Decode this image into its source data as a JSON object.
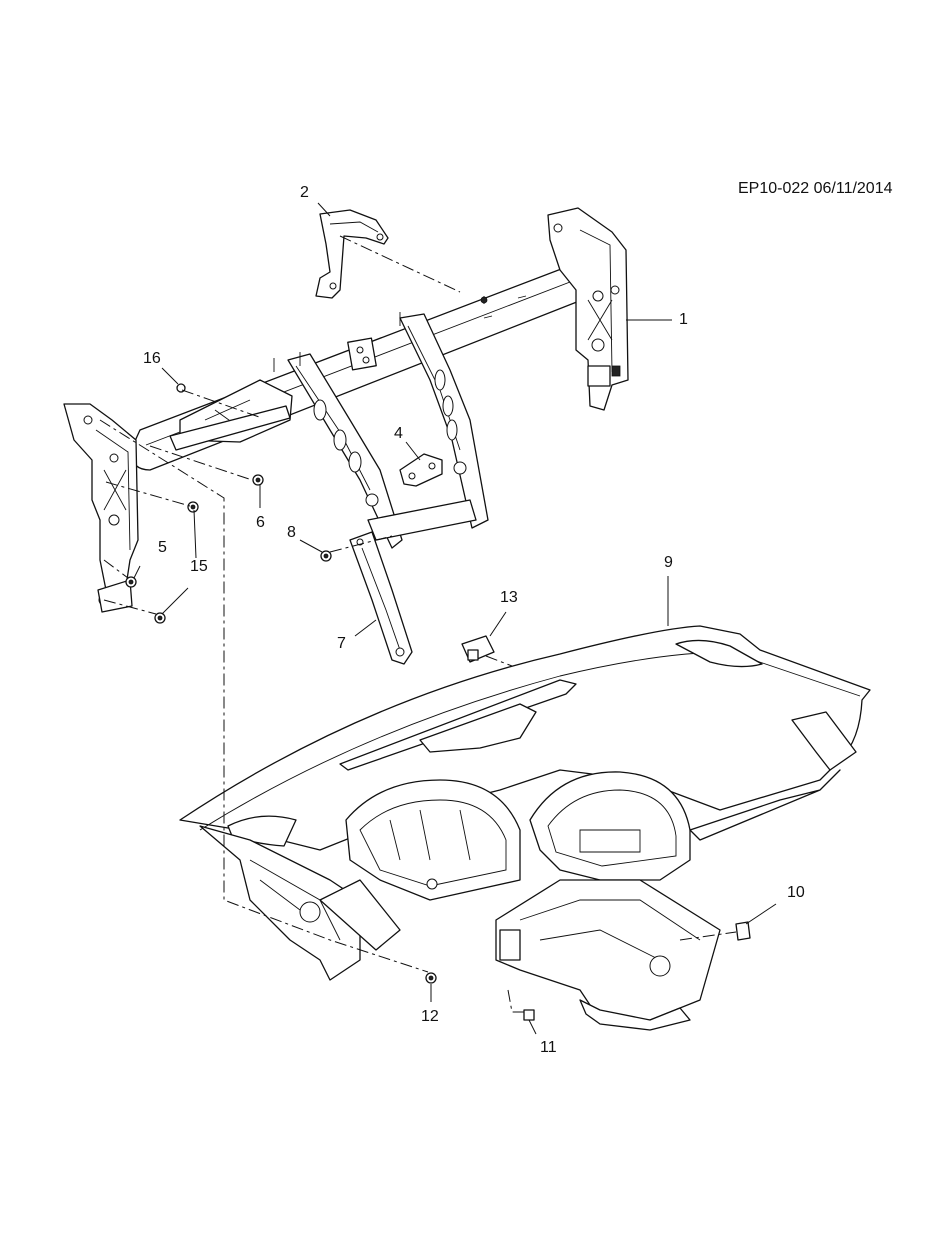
{
  "header": {
    "code": "EP10-022 06/11/2014"
  },
  "callouts": [
    {
      "id": "c1",
      "label": "1"
    },
    {
      "id": "c2",
      "label": "2"
    },
    {
      "id": "c4",
      "label": "4"
    },
    {
      "id": "c5",
      "label": "5"
    },
    {
      "id": "c6",
      "label": "6"
    },
    {
      "id": "c7",
      "label": "7"
    },
    {
      "id": "c8",
      "label": "8"
    },
    {
      "id": "c9",
      "label": "9"
    },
    {
      "id": "c10",
      "label": "10"
    },
    {
      "id": "c11",
      "label": "11"
    },
    {
      "id": "c12",
      "label": "12"
    },
    {
      "id": "c13",
      "label": "13"
    },
    {
      "id": "c15",
      "label": "15"
    },
    {
      "id": "c16",
      "label": "16"
    }
  ]
}
